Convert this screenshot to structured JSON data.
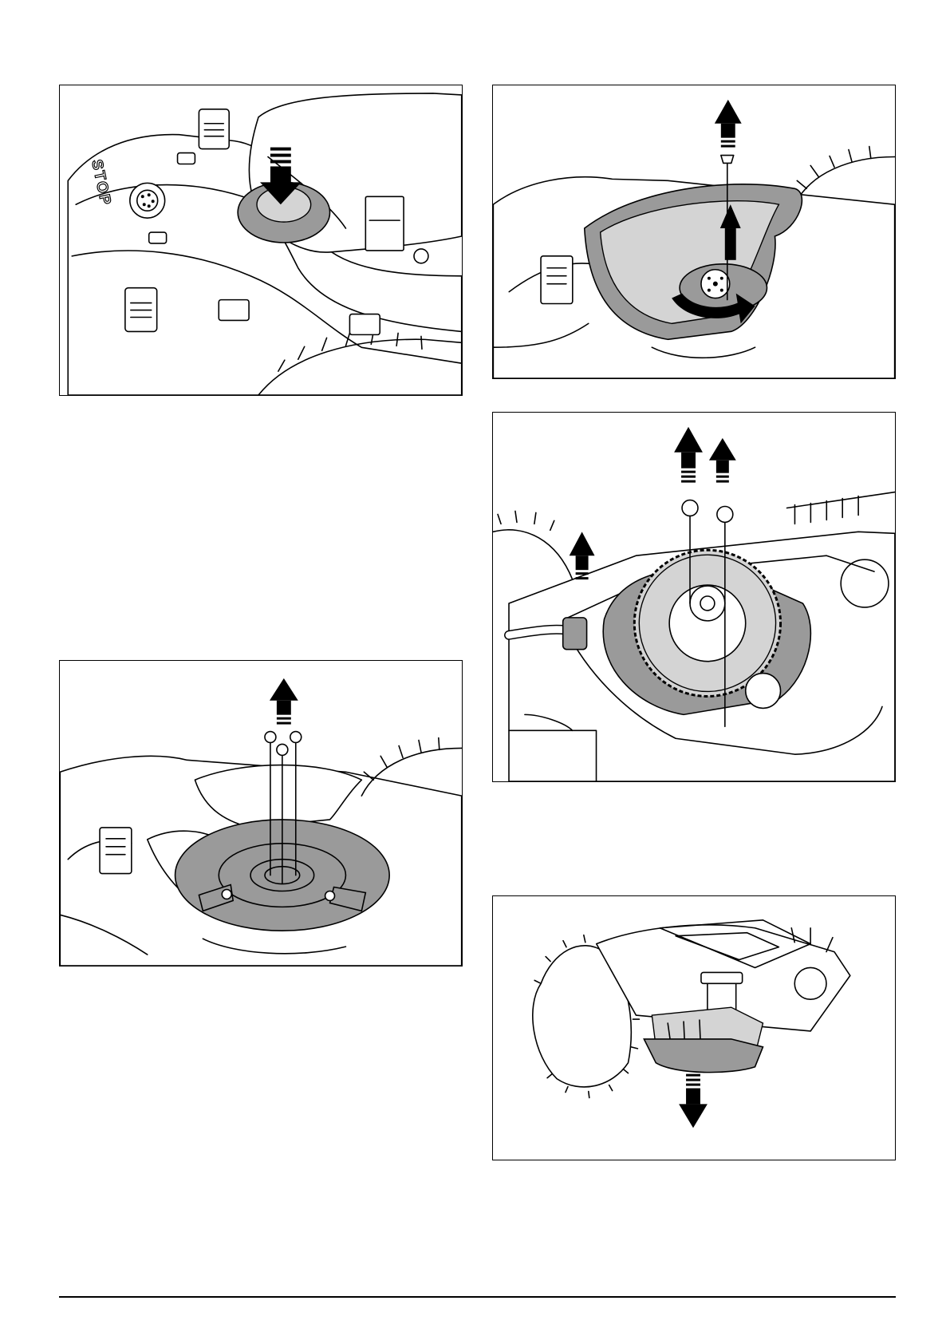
{
  "figures": [
    {
      "id": "fig1",
      "name": "press-down-blade-hub",
      "arrows": [
        "down"
      ],
      "label": "STOP"
    },
    {
      "id": "fig2",
      "name": "remove-blade-guard",
      "arrows": [
        "up",
        "up-curved"
      ]
    },
    {
      "id": "fig3",
      "name": "remove-motor-unit-screws",
      "arrows": [
        "up",
        "up",
        "up"
      ]
    },
    {
      "id": "fig4",
      "name": "remove-blade-disc-screws",
      "arrows": [
        "up"
      ]
    },
    {
      "id": "fig5",
      "name": "remove-motor-downward",
      "arrows": [
        "down"
      ]
    }
  ],
  "colors": {
    "line": "#000000",
    "shade": "#9a9a9a",
    "light_shade": "#d4d4d4",
    "background": "#ffffff"
  }
}
